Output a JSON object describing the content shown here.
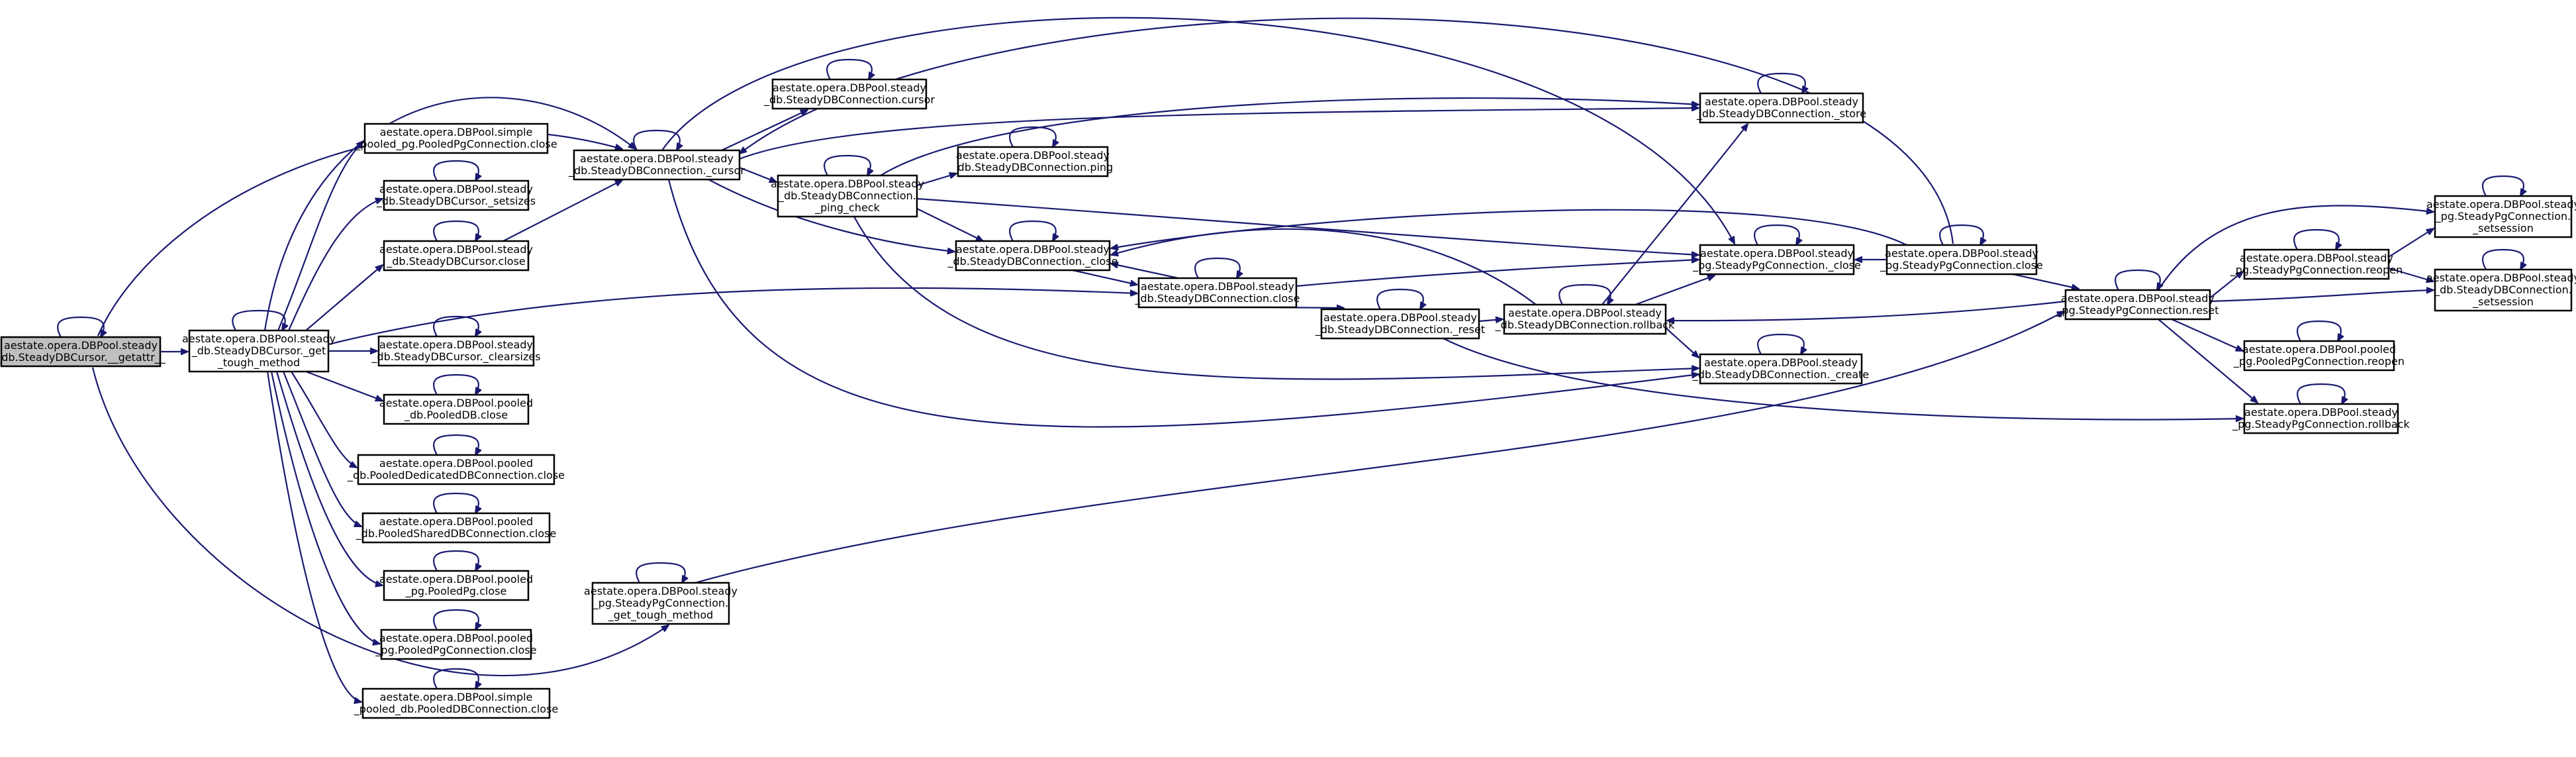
{
  "diagram": {
    "colors": {
      "edge": "#191970",
      "node_border": "#000000",
      "root_fill": "#bfbfbf",
      "node_fill": "#ffffff"
    },
    "nodes": [
      {
        "id": "getattr",
        "lines": [
          "aestate.opera.DBPool.steady",
          "_db.SteadyDBCursor.__getattr__"
        ],
        "root": true
      },
      {
        "id": "get_tough",
        "lines": [
          "aestate.opera.DBPool.steady",
          "_db.SteadyDBCursor._get",
          "_tough_method"
        ]
      },
      {
        "id": "simple_pg_close",
        "lines": [
          "aestate.opera.DBPool.simple",
          "_pooled_pg.PooledPgConnection.close"
        ]
      },
      {
        "id": "setsizes",
        "lines": [
          "aestate.opera.DBPool.steady",
          "_db.SteadyDBCursor._setsizes"
        ]
      },
      {
        "id": "cursor_close",
        "lines": [
          "aestate.opera.DBPool.steady",
          "_db.SteadyDBCursor.close"
        ]
      },
      {
        "id": "clearsizes",
        "lines": [
          "aestate.opera.DBPool.steady",
          "_db.SteadyDBCursor._clearsizes"
        ]
      },
      {
        "id": "pooled_db_close",
        "lines": [
          "aestate.opera.DBPool.pooled",
          "_db.PooledDB.close"
        ]
      },
      {
        "id": "pooled_dedicated_close",
        "lines": [
          "aestate.opera.DBPool.pooled",
          "_db.PooledDedicatedDBConnection.close"
        ]
      },
      {
        "id": "pooled_shared_close",
        "lines": [
          "aestate.opera.DBPool.pooled",
          "_db.PooledSharedDBConnection.close"
        ]
      },
      {
        "id": "pooled_pg_close",
        "lines": [
          "aestate.opera.DBPool.pooled",
          "_pg.PooledPg.close"
        ]
      },
      {
        "id": "pooled_pgconn_close",
        "lines": [
          "aestate.opera.DBPool.pooled",
          "_pg.PooledPgConnection.close"
        ]
      },
      {
        "id": "simple_db_close",
        "lines": [
          "aestate.opera.DBPool.simple",
          "_pooled_db.PooledDBConnection.close"
        ]
      },
      {
        "id": "conn_cursor_priv",
        "lines": [
          "aestate.opera.DBPool.steady",
          "_db.SteadyDBConnection._cursor"
        ]
      },
      {
        "id": "pg_get_tough",
        "lines": [
          "aestate.opera.DBPool.steady",
          "_pg.SteadyPgConnection.",
          "_get_tough_method"
        ]
      },
      {
        "id": "conn_cursor",
        "lines": [
          "aestate.opera.DBPool.steady",
          "_db.SteadyDBConnection.cursor"
        ]
      },
      {
        "id": "ping_check",
        "lines": [
          "aestate.opera.DBPool.steady",
          "_db.SteadyDBConnection.",
          "_ping_check"
        ]
      },
      {
        "id": "ping",
        "lines": [
          "aestate.opera.DBPool.steady",
          "_db.SteadyDBConnection.ping"
        ]
      },
      {
        "id": "conn_close_priv",
        "lines": [
          "aestate.opera.DBPool.steady",
          "_db.SteadyDBConnection._close"
        ]
      },
      {
        "id": "conn_close",
        "lines": [
          "aestate.opera.DBPool.steady",
          "_db.SteadyDBConnection.close"
        ]
      },
      {
        "id": "conn_reset",
        "lines": [
          "aestate.opera.DBPool.steady",
          "_db.SteadyDBConnection._reset"
        ]
      },
      {
        "id": "conn_store",
        "lines": [
          "aestate.opera.DBPool.steady",
          "_db.SteadyDBConnection._store"
        ]
      },
      {
        "id": "pg_close_priv",
        "lines": [
          "aestate.opera.DBPool.steady",
          "_pg.SteadyPgConnection._close"
        ]
      },
      {
        "id": "conn_rollback",
        "lines": [
          "aestate.opera.DBPool.steady",
          "_db.SteadyDBConnection.rollback"
        ]
      },
      {
        "id": "conn_create",
        "lines": [
          "aestate.opera.DBPool.steady",
          "_db.SteadyDBConnection._create"
        ]
      },
      {
        "id": "pg_close",
        "lines": [
          "aestate.opera.DBPool.steady",
          "_pg.SteadyPgConnection.close"
        ]
      },
      {
        "id": "pg_reset",
        "lines": [
          "aestate.opera.DBPool.steady",
          "_pg.SteadyPgConnection.reset"
        ]
      },
      {
        "id": "pg_reopen",
        "lines": [
          "aestate.opera.DBPool.steady",
          "_pg.SteadyPgConnection.reopen"
        ]
      },
      {
        "id": "pooled_pg_reopen",
        "lines": [
          "aestate.opera.DBPool.pooled",
          "_pg.PooledPgConnection.reopen"
        ]
      },
      {
        "id": "pg_rollback",
        "lines": [
          "aestate.opera.DBPool.steady",
          "_pg.SteadyPgConnection.rollback"
        ]
      },
      {
        "id": "pg_setsession",
        "lines": [
          "aestate.opera.DBPool.steady",
          "_pg.SteadyPgConnection.",
          "_setsession"
        ]
      },
      {
        "id": "db_setsession",
        "lines": [
          "aestate.opera.DBPool.steady",
          "_db.SteadyDBConnection.",
          "_setsession"
        ]
      }
    ]
  }
}
